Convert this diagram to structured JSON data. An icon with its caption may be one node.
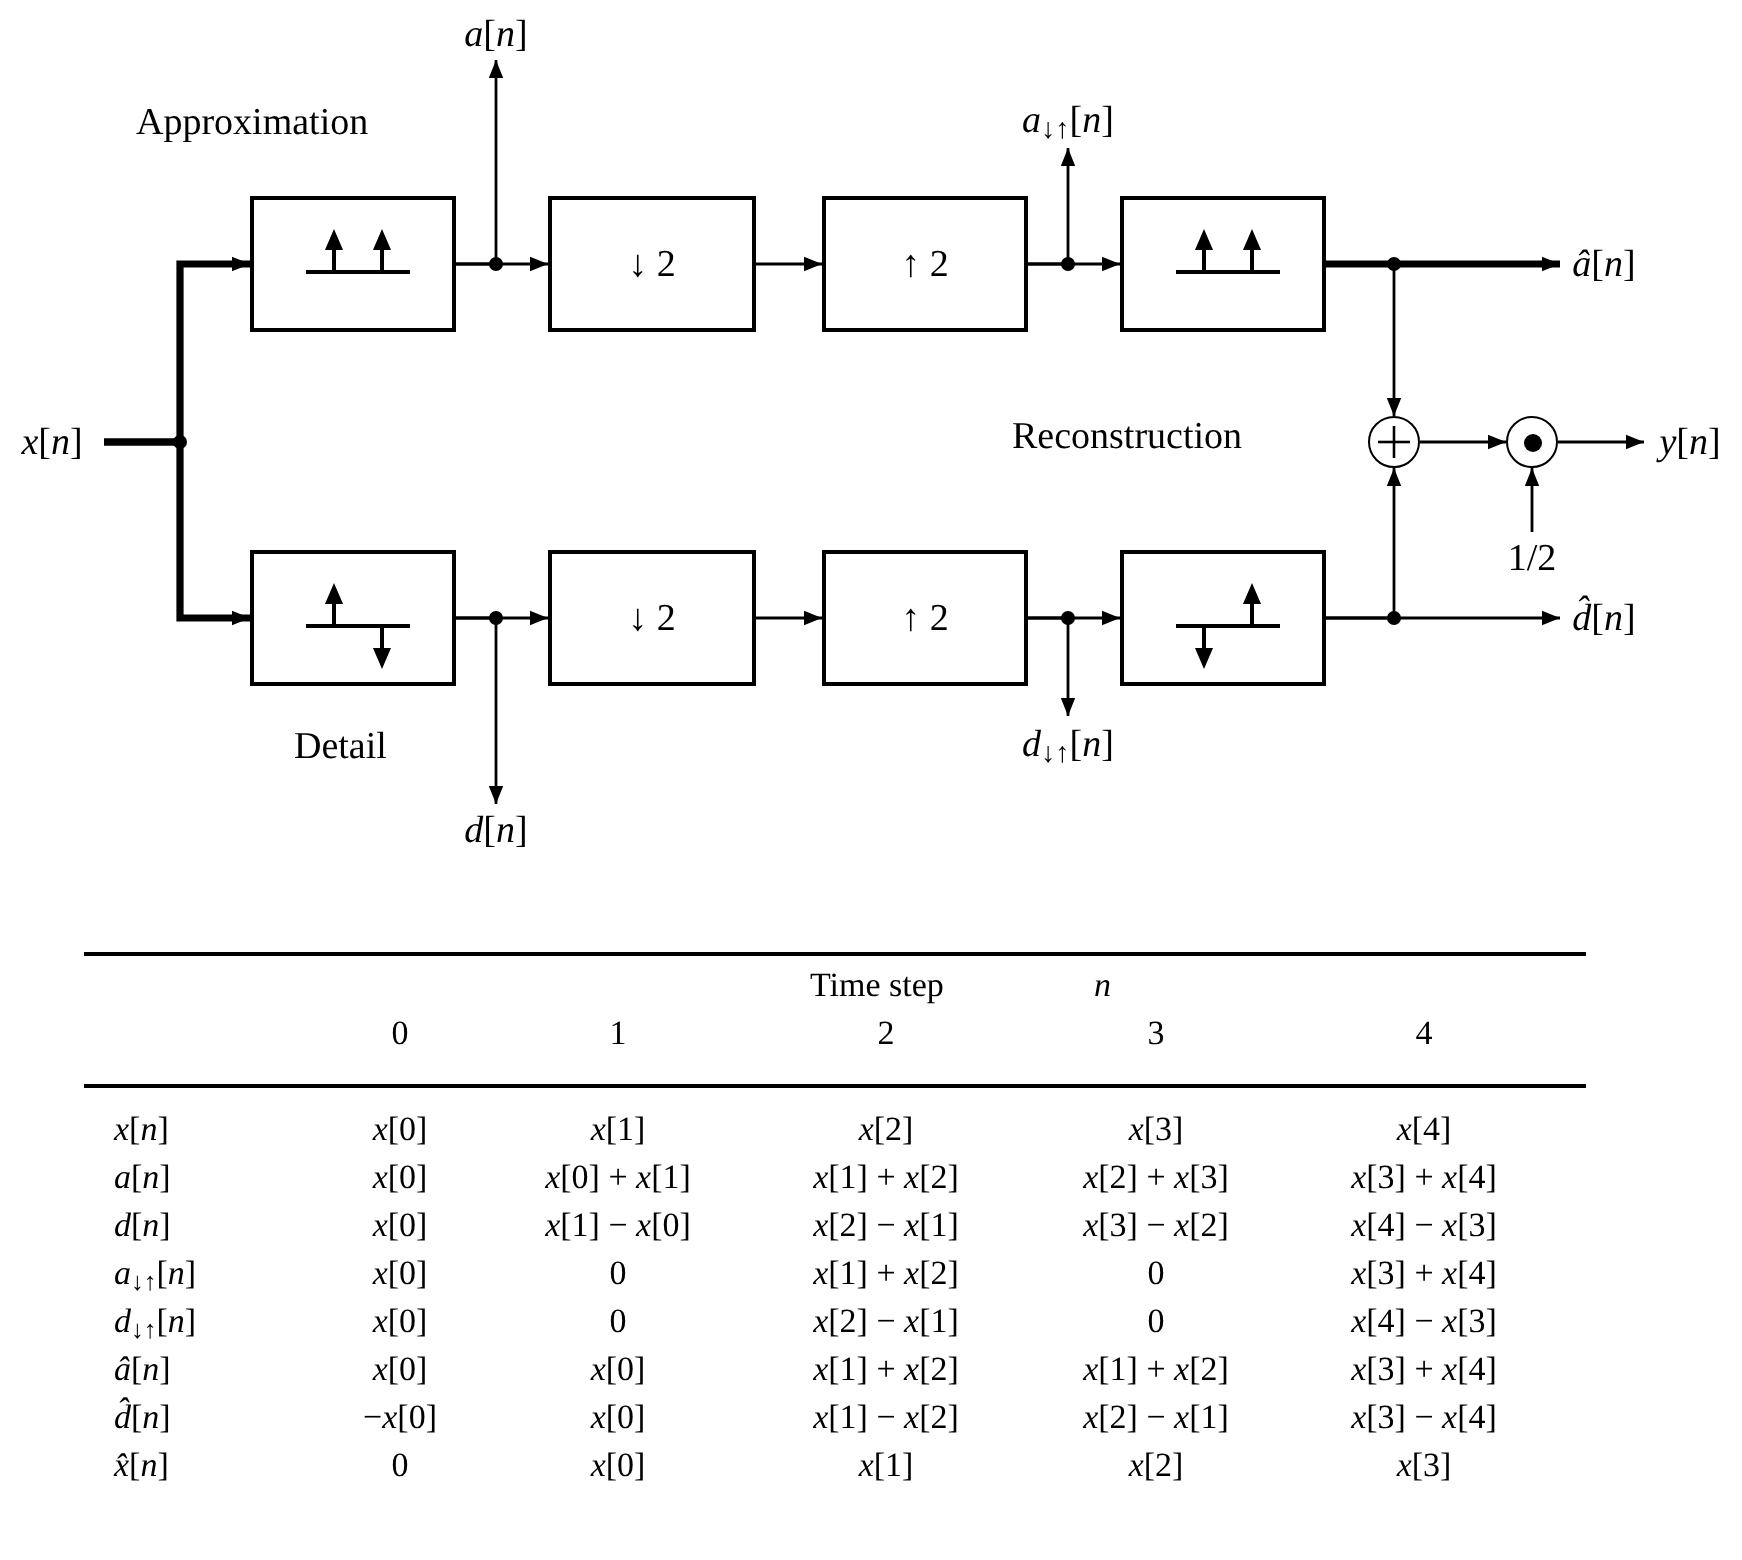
{
  "diagram": {
    "nodes": [
      {
        "text": [
          "*x*[*n*]"
        ]
      },
      {
        "text": [],
        "shape": "box"
      },
      {
        "text": [
          "↓ 2"
        ]
      },
      {
        "text": [
          "↑ 2"
        ]
      },
      {
        "text": [],
        "shape": "box"
      },
      {
        "text": [
          "*a*[*n*]"
        ]
      },
      {
        "text": [
          "*a*$_{↓↑}$[*n*]"
        ]
      },
      {
        "text": [
          "*â*[*n*]"
        ]
      },
      {
        "text": [],
        "shape": "box"
      },
      {
        "text": [
          "↓ 2"
        ]
      },
      {
        "text": [
          "↑ 2"
        ]
      },
      {
        "text": [],
        "shape": "box"
      },
      {
        "text": [
          "*d*[*n*]"
        ]
      },
      {
        "text": [
          "*d*$_{↓↑}$[*n*]"
        ]
      },
      {
        "text": [
          "*d̂*[*n*]"
        ]
      },
      {
        "text": [],
        "shape": "circle"
      },
      {
        "text": [],
        "shape": "circle"
      },
      {
        "text": [
          "*y*[*n*]"
        ]
      },
      {
        "text": [
          "1/2"
        ]
      }
    ],
    "edges": [
      {
        "from": 0,
        "to": 1,
        "arrow": "to",
        "style": "thick"
      },
      {
        "from": 0,
        "to": 8,
        "arrow": "to",
        "style": "thick"
      },
      {
        "from": 1,
        "to": 2,
        "arrow": "to"
      },
      {
        "from": 1,
        "to": 5,
        "arrow": "to"
      },
      {
        "from": 2,
        "to": 3,
        "arrow": "to"
      },
      {
        "from": 3,
        "to": 4,
        "arrow": "to"
      },
      {
        "from": 3,
        "to": 6,
        "arrow": "to"
      },
      {
        "from": 4,
        "to": 7,
        "arrow": "to",
        "style": "thick"
      },
      {
        "from": 4,
        "to": 15,
        "arrow": "to"
      },
      {
        "from": 8,
        "to": 9,
        "arrow": "to"
      },
      {
        "from": 8,
        "to": 12,
        "arrow": "to"
      },
      {
        "from": 9,
        "to": 10,
        "arrow": "to"
      },
      {
        "from": 10,
        "to": 11,
        "arrow": "to"
      },
      {
        "from": 10,
        "to": 13,
        "arrow": "to"
      },
      {
        "from": 11,
        "to": 14,
        "arrow": "to"
      },
      {
        "from": 11,
        "to": 15,
        "arrow": "to"
      },
      {
        "from": 15,
        "to": 16,
        "arrow": "to"
      },
      {
        "from": 16,
        "to": 17,
        "arrow": "to"
      },
      {
        "from": 18,
        "to": 16,
        "arrow": "to"
      }
    ],
    "labels": [
      "Approximation",
      "Detail",
      "Reconstruction",
      "Time step",
      "*n*",
      "0",
      "1",
      "2",
      "3",
      "4",
      "*x*[*n*]",
      "*x*[0]",
      "*x*[1]",
      "*x*[2]",
      "*x*[3]",
      "*x*[4]",
      "*a*[*n*]",
      "*x*[0]",
      "*x*[0] + *x*[1]",
      "*x*[1] + *x*[2]",
      "*x*[2] + *x*[3]",
      "*x*[3] + *x*[4]",
      "*d*[*n*]",
      "*x*[0]",
      "*x*[1] − *x*[0]",
      "*x*[2] − *x*[1]",
      "*x*[3] − *x*[2]",
      "*x*[4] − *x*[3]",
      "*a*$_{↓↑}$[*n*]",
      "*x*[0]",
      "0",
      "*x*[1] + *x*[2]",
      "0",
      "*x*[3] + *x*[4]",
      "*d*$_{↓↑}$[*n*]",
      "*x*[0]",
      "0",
      "*x*[2] − *x*[1]",
      "0",
      "*x*[4] − *x*[3]",
      "*â*[*n*]",
      "*x*[0]",
      "*x*[0]",
      "*x*[1] + *x*[2]",
      "*x*[1] + *x*[2]",
      "*x*[3] + *x*[4]",
      "*d̂*[*n*]",
      "−*x*[0]",
      "*x*[0]",
      "*x*[1] − *x*[2]",
      "*x*[2] − *x*[1]",
      "*x*[3] − *x*[4]",
      "*x̂*[*n*]",
      "0",
      "*x*[0]",
      "*x*[1]",
      "*x*[2]",
      "*x*[3]"
    ]
  }
}
